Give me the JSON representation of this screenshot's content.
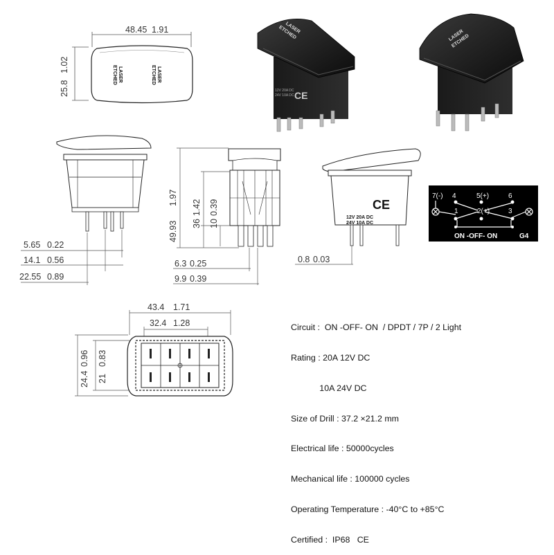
{
  "dims": {
    "top_width": "48.45",
    "top_width_in": "1.91",
    "top_height": "25.8",
    "top_height_in": "1.02",
    "side_total_height": "49.93",
    "side_total_height_in": "1.97",
    "side_body_height": "36",
    "side_body_height_in": "1.42",
    "side_pin_len": "10",
    "side_pin_len_in": "0.39",
    "side_w1": "6.3",
    "side_w1_in": "0.25",
    "side_w2": "9.9",
    "side_w2_in": "0.39",
    "front_p1": "5.65",
    "front_p1_in": "0.22",
    "front_p2": "14.1",
    "front_p2_in": "0.56",
    "front_p3": "22.55",
    "front_p3_in": "0.89",
    "pin_thick": "0.8",
    "pin_thick_in": "0.03",
    "bottom_outer_w": "43.4",
    "bottom_outer_w_in": "1.71",
    "bottom_inner_w": "32.4",
    "bottom_inner_w_in": "1.28",
    "bottom_outer_h": "24.4",
    "bottom_outer_h_in": "0.96",
    "bottom_inner_h": "21",
    "bottom_inner_h_in": "0.83"
  },
  "labels": {
    "laser": "LASER",
    "etched": "ETCHED",
    "rating1": "12V  20A  DC",
    "rating2": "24V  10A  DC",
    "ce": "CE"
  },
  "schematic": {
    "pin7": "7(-)",
    "pin4": "4",
    "pin5": "5(+)",
    "pin6": "6",
    "pin1": "1",
    "pin2": "2(+)",
    "pin3": "3",
    "mode": "ON -OFF- ON",
    "code": "G4"
  },
  "specs": [
    "Circuit :  ON -OFF- ON  / DPDT / 7P / 2 Light",
    "Rating : 20A 12V DC",
    "            10A 24V DC",
    "Size of Drill : 37.2 ×21.2 mm",
    "Electrical life : 50000cycles",
    "Mechanical life : 100000 cycles",
    "Operating Temperature : -40°C to +85°C",
    "Certified :  IP68   CE"
  ]
}
